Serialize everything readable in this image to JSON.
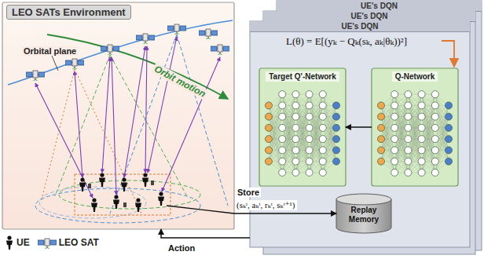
{
  "diagram": {
    "nodes": [
      {
        "text": [
          "LEO SATs Environment"
        ]
      },
      {
        "text": [
          "UE's DQN"
        ]
      },
      {
        "text": [
          "UE's DQN"
        ]
      },
      {
        "text": [
          "UE's DQN"
        ]
      },
      {
        "text": [
          "Target Q'-Network"
        ],
        "in": 3
      },
      {
        "text": [
          "Q-Network"
        ],
        "in": 3
      },
      {
        "text": [
          "Replay Memory"
        ],
        "in": 3
      }
    ],
    "edges": [
      {
        "from": 5,
        "to": 4,
        "arrow": "to"
      },
      {
        "from": 0,
        "to": 6,
        "arrow": "to"
      },
      {
        "from": 3,
        "to": 0,
        "arrow": "to"
      }
    ],
    "labels": [
      "Orbital plane",
      "Orbit motion",
      "L(θ) = E[(yₖ − Qₖ(sₖ, aₖ|θₖ))²]",
      "Store",
      "(sₖᵗ, aₖᵗ, rₖᵗ, sₖᵗ⁺¹)",
      "Action"
    ],
    "legend": [
      {
        "text": "UE"
      },
      {
        "text": "LEO SAT"
      }
    ]
  }
}
